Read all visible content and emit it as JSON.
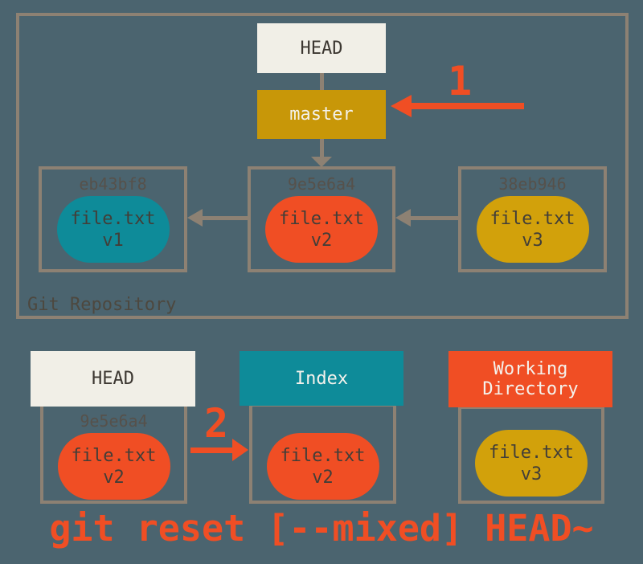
{
  "colors": {
    "background": "#4b646f",
    "border_tan": "#8d8173",
    "accent_red": "#f04e24",
    "teal": "#0e8b99",
    "gold": "#c89708",
    "yellow": "#d2a10b",
    "offwhite": "#f1efe7"
  },
  "repository": {
    "label": "Git Repository",
    "head": "HEAD",
    "branch": "master",
    "step1": "1",
    "commits": [
      {
        "hash": "eb43bf8",
        "file": "file.txt",
        "version": "v1"
      },
      {
        "hash": "9e5e6a4",
        "file": "file.txt",
        "version": "v2"
      },
      {
        "hash": "38eb946",
        "file": "file.txt",
        "version": "v3"
      }
    ]
  },
  "areas": {
    "step2": "2",
    "head": {
      "label": "HEAD",
      "hash": "9e5e6a4",
      "file": "file.txt",
      "version": "v2"
    },
    "index": {
      "label": "Index",
      "file": "file.txt",
      "version": "v2"
    },
    "working_directory": {
      "label": "Working Directory",
      "file": "file.txt",
      "version": "v3"
    }
  },
  "caption": "git reset [--mixed] HEAD~"
}
